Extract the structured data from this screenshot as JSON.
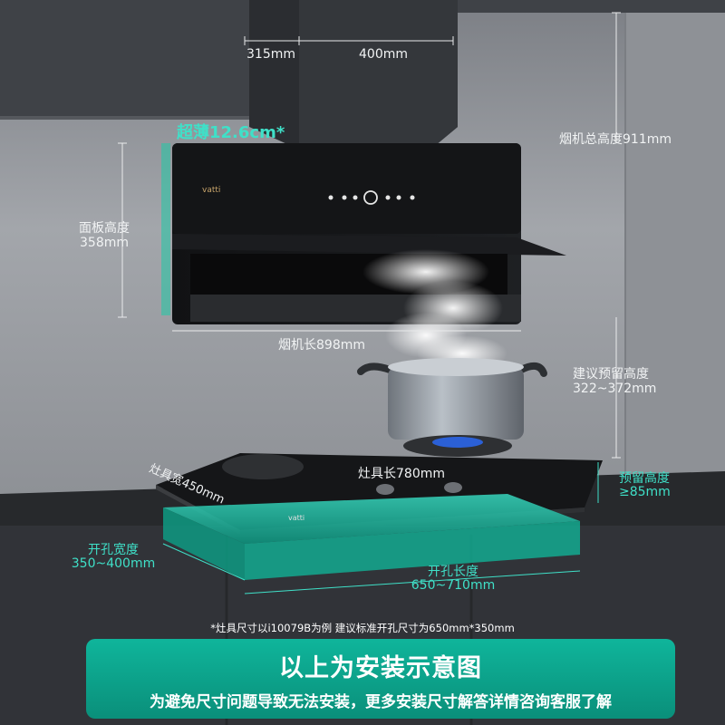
{
  "hood": {
    "depth_label": "315mm",
    "duct_width_label": "400mm",
    "thickness_label": "超薄12.6cm*",
    "total_height_label": "烟机总高度911mm",
    "panel_height_label": "面板高度",
    "panel_height_value": "358mm",
    "length_label": "烟机长898mm",
    "brand": "vatti"
  },
  "install": {
    "gap_label": "建议预留高度",
    "gap_value": "322~372mm"
  },
  "stove": {
    "width_label": "灶具宽450mm",
    "length_label": "灶具长780mm",
    "reserve_label": "预留高度",
    "reserve_value": "≥85mm",
    "hole_width_label": "开孔宽度",
    "hole_width_value": "350~400mm",
    "hole_length_label": "开孔长度",
    "hole_length_value": "650~710mm",
    "brand": "vatti"
  },
  "footnote": "*灶具尺寸以i10079B为例 建议标准开孔尺寸为650mm*350mm",
  "banner": {
    "title": "以上为安装示意图",
    "subtitle": "为避免尺寸问题导致无法安装，更多安装尺寸解答详情咨询客服了解"
  },
  "colors": {
    "accent": "#14c9a8",
    "wall": "#9a9da3",
    "cabinet": "#3a3d42",
    "banner": "#0fa88f"
  }
}
